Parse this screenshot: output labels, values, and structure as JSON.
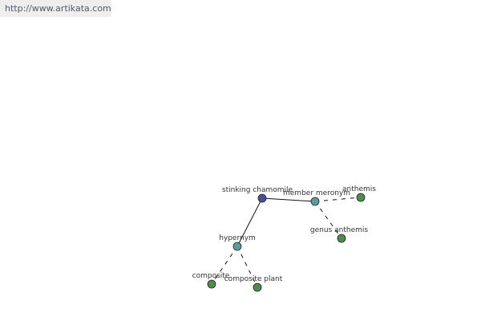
{
  "header": {
    "url_text": "http://www.artikata.com"
  },
  "colors": {
    "root_node": "#4a4f9c",
    "relation_node": "#5b9b9b",
    "leaf_node": "#4f8a4f"
  },
  "graph": {
    "nodes": [
      {
        "id": "stinking-chamomile",
        "label": "stinking chamomile",
        "kind": "root"
      },
      {
        "id": "member-meronym",
        "label": "member meronym",
        "kind": "relation"
      },
      {
        "id": "anthemis",
        "label": "anthemis",
        "kind": "leaf"
      },
      {
        "id": "genus-anthemis",
        "label": "genus anthemis",
        "kind": "leaf"
      },
      {
        "id": "hypernym",
        "label": "hypernym",
        "kind": "relation"
      },
      {
        "id": "composite",
        "label": "composite",
        "kind": "leaf"
      },
      {
        "id": "composite-plant",
        "label": "composite plant",
        "kind": "leaf"
      }
    ],
    "edges": [
      {
        "from": "stinking-chamomile",
        "to": "member-meronym",
        "style": "solid"
      },
      {
        "from": "stinking-chamomile",
        "to": "hypernym",
        "style": "solid"
      },
      {
        "from": "member-meronym",
        "to": "anthemis",
        "style": "dashed"
      },
      {
        "from": "member-meronym",
        "to": "genus-anthemis",
        "style": "dashed"
      },
      {
        "from": "hypernym",
        "to": "composite",
        "style": "dashed"
      },
      {
        "from": "hypernym",
        "to": "composite-plant",
        "style": "dashed"
      }
    ]
  }
}
